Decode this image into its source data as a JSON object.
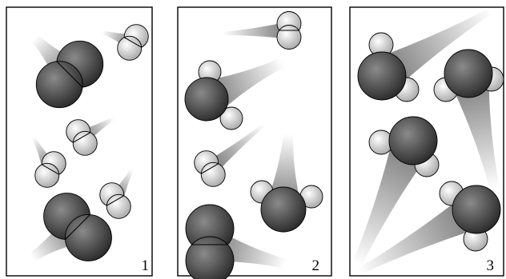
{
  "figure": {
    "panels": [
      {
        "label": "1",
        "molecules": [
          {
            "kind": "dark-diatomic",
            "name": "dark-diatomic-molecule"
          },
          {
            "kind": "light-diatomic",
            "name": "light-diatomic-molecule"
          },
          {
            "kind": "light-diatomic",
            "name": "light-diatomic-molecule"
          },
          {
            "kind": "light-diatomic",
            "name": "light-diatomic-molecule"
          },
          {
            "kind": "light-diatomic",
            "name": "light-diatomic-molecule"
          },
          {
            "kind": "dark-diatomic",
            "name": "dark-diatomic-molecule"
          }
        ]
      },
      {
        "label": "2",
        "molecules": [
          {
            "kind": "light-diatomic",
            "name": "light-diatomic-molecule"
          },
          {
            "kind": "triatomic",
            "name": "triatomic-molecule"
          },
          {
            "kind": "light-diatomic",
            "name": "light-diatomic-molecule"
          },
          {
            "kind": "triatomic",
            "name": "triatomic-molecule"
          },
          {
            "kind": "dark-diatomic",
            "name": "dark-diatomic-molecule"
          }
        ]
      },
      {
        "label": "3",
        "molecules": [
          {
            "kind": "triatomic",
            "name": "triatomic-molecule"
          },
          {
            "kind": "triatomic",
            "name": "triatomic-molecule"
          },
          {
            "kind": "triatomic",
            "name": "triatomic-molecule"
          },
          {
            "kind": "triatomic",
            "name": "triatomic-molecule"
          }
        ]
      }
    ],
    "colors": {
      "dark_atom_light": "#8a8a8a",
      "dark_atom_dark": "#2a2a2a",
      "light_atom_light": "#ffffff",
      "light_atom_dark": "#a8a8a8",
      "motion_trail": "#6e6e6e",
      "line": "#000000"
    }
  }
}
